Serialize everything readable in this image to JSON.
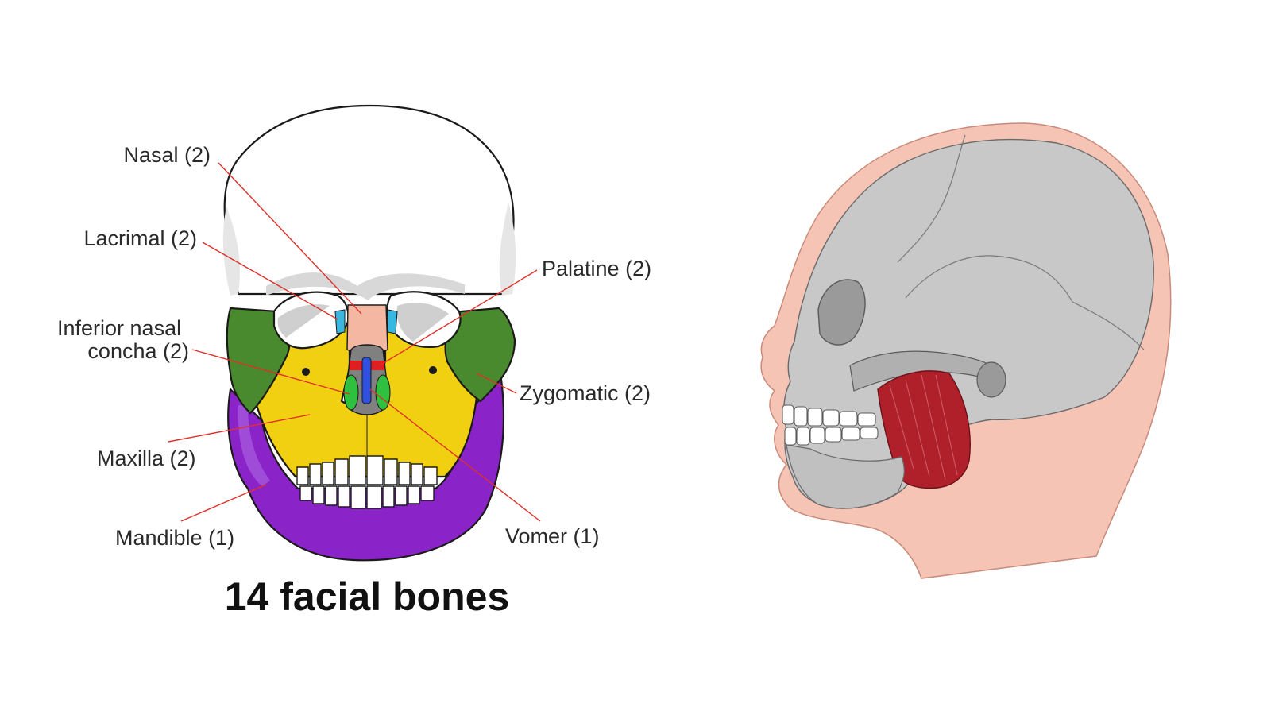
{
  "title": "14 facial bones",
  "labels": {
    "nasal": "Nasal (2)",
    "lacrimal": "Lacrimal (2)",
    "palatine": "Palatine (2)",
    "inferior_line1": "Inferior nasal",
    "inferior_line2": "concha (2)",
    "zygomatic": "Zygomatic (2)",
    "maxilla": "Maxilla (2)",
    "mandible": "Mandible (1)",
    "vomer": "Vomer (1)"
  },
  "colors": {
    "mandible": "#8a24c8",
    "maxilla": "#f0d010",
    "zygomatic": "#4a8a2e",
    "nasal": "#f4b8a2",
    "lacrimal": "#38b8e0",
    "palatine": "#e02020",
    "vomer": "#3050e0",
    "inferior_nasal_concha": "#30c040",
    "nasal_cavity": "#808080",
    "leader_line": "#e0302a",
    "masseter_muscle": "#b0202a",
    "skin": "#f6c4b4",
    "skull_profile": "#c8c8c8"
  }
}
